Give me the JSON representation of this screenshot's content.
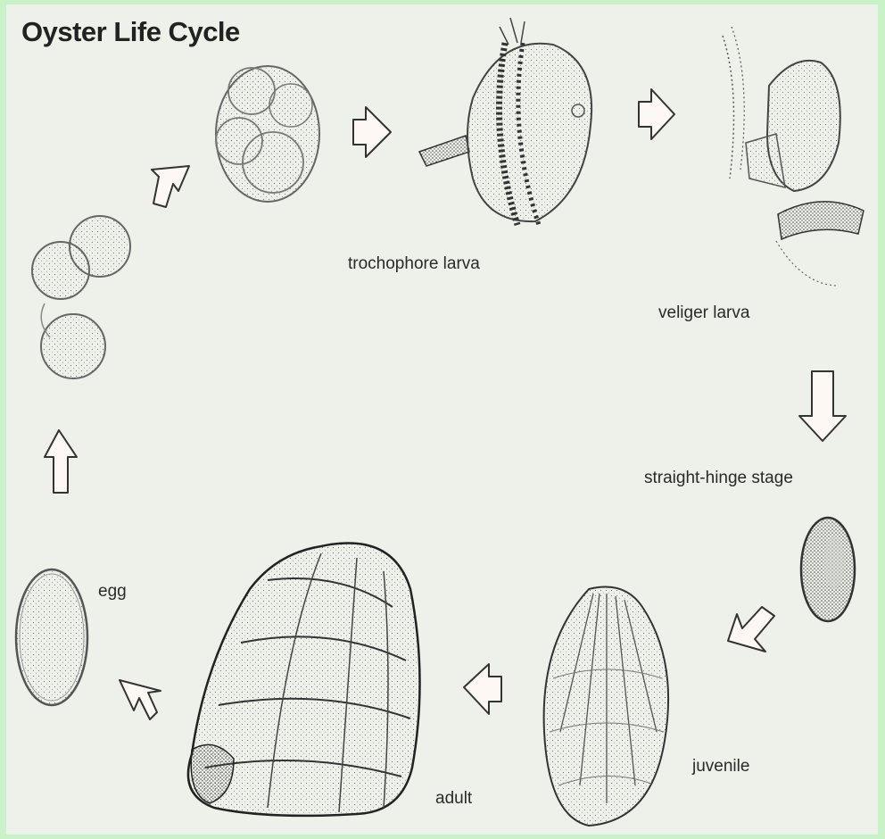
{
  "title": "Oyster Life Cycle",
  "labels": {
    "egg": "egg",
    "trochophore": "trochophore larva",
    "veliger": "veliger larva",
    "straight_hinge": "straight-hinge stage",
    "juvenile": "juvenile",
    "adult": "adult"
  },
  "colors": {
    "background": "#eef0ea",
    "border": "#c8f2c8",
    "ink": "#333333",
    "arrow_fill": "#fdf8f4"
  },
  "icons": [
    "arrow-icon"
  ]
}
